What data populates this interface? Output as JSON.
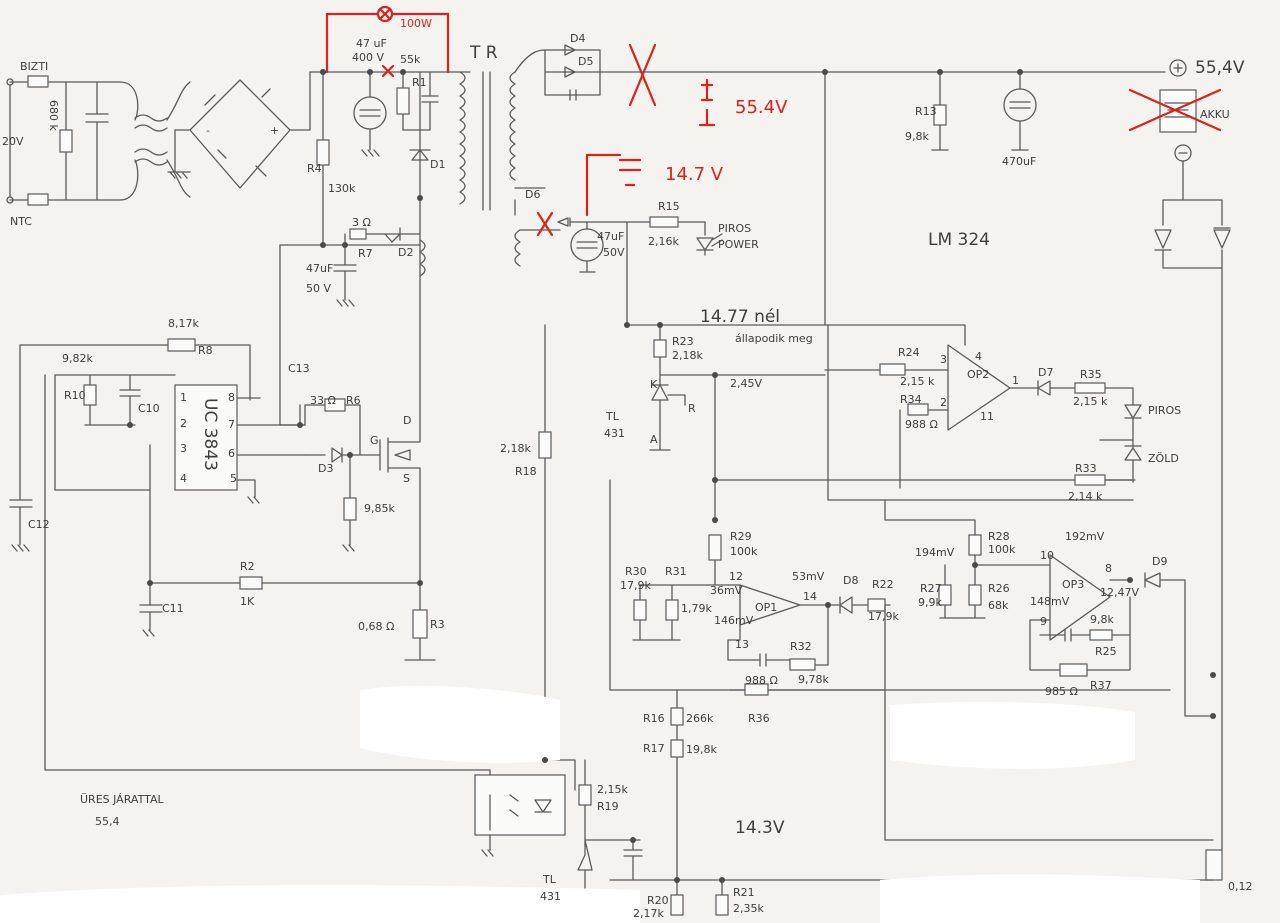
{
  "labels": {
    "fuse": "BIZTI",
    "input_voltage": "20V",
    "ntc": "NTC",
    "r_680k": "680 k",
    "cap_47uf_400v_a": "47 uF",
    "cap_47uf_400v_b": "400 V",
    "r1_value": "55k",
    "r1": "R1",
    "r4": "R4",
    "r4_value": "130k",
    "d1": "D1",
    "transformer": "T R",
    "d4": "D4",
    "d5": "D5",
    "out_main_voltage": "55,4V",
    "out_main_red": "55.4V",
    "out_aux_red": "14.7 V",
    "r13": "R13",
    "r13_value": "9,8k",
    "cap_470uf": "470uF",
    "akku": "AKKU",
    "d6": "D6",
    "r15": "R15",
    "r15_value": "2,16k",
    "piros_power_a": "PIROS",
    "piros_power_b": "POWER",
    "cap_47uf_50v_a": "47uF",
    "cap_47uf_50v_b": "50V",
    "r7_value": "3 Ω",
    "r7": "R7",
    "d2": "D2",
    "cap_c13_a": "47uF",
    "cap_c13_b": "50 V",
    "r8_value": "8,17k",
    "r8": "R8",
    "r10_value": "9,82k",
    "r10": "R10",
    "c10": "C10",
    "c13": "C13",
    "ic_name": "UC 3843",
    "r6_value": "33 Ω",
    "r6": "R6",
    "d3": "D3",
    "r6b_value": "9,85k",
    "mosfet_d": "D",
    "mosfet_g": "G",
    "mosfet_s": "S",
    "c12": "C12",
    "r2": "R2",
    "r2_value": "1K",
    "c11": "C11",
    "r3_value": "0,68 Ω",
    "r3": "R3",
    "lm324": "LM 324",
    "note_1477": "14.77 nél",
    "note_allapot": "állapodik meg",
    "r23": "R23",
    "r23_value": "2,18k",
    "v245": "2,45V",
    "tl431_top": "TL",
    "tl431_top_b": "431",
    "tl_k": "K",
    "tl_a": "A",
    "tl_r": "R",
    "r24": "R24",
    "r24_value": "2,15 k",
    "r34": "R34",
    "r34_value": "988 Ω",
    "op2": "OP2",
    "d7": "D7",
    "r35": "R35",
    "r35_value": "2,15 k",
    "piros": "PIROS",
    "zold": "ZÖLD",
    "r33": "R33",
    "r33_value": "2,14 k",
    "r18_value": "2,18k",
    "r18": "R18",
    "r29": "R29",
    "r29_value": "100k",
    "r30": "R30",
    "r30_value": "17,9k",
    "r31": "R31",
    "r31_value": "1,79k",
    "v36mv": "36mV",
    "v146mv": "146mV",
    "op1": "OP1",
    "v53mv": "53mV",
    "d8": "D8",
    "r22": "R22",
    "r22_value": "17,9k",
    "r32": "R32",
    "r32_value": "9,78k",
    "r36_value": "988 Ω",
    "r36": "R36",
    "r28": "R28",
    "r28_value": "100k",
    "v194mv": "194mV",
    "v192mv": "192mV",
    "r27": "R27",
    "r27_value": "9,9k",
    "r26": "R26",
    "r26_value": "68k",
    "op3": "OP3",
    "d9": "D9",
    "v12_47": "12,47V",
    "v148mv": "148mV",
    "r25_value": "9,8k",
    "r25": "R25",
    "r37_value": "985 Ω",
    "r37": "R37",
    "r16": "R16",
    "r16_value": "266k",
    "r17": "R17",
    "r17_value": "19,8k",
    "note_ures_a": "ÜRES JÁRATTAL",
    "note_ures_b": "55,4",
    "r19_value": "2,15k",
    "r19": "R19",
    "v143": "14.3V",
    "tl431_bot": "TL",
    "tl431_bot_b": "431",
    "r20": "R20",
    "r20_value": "2,17k",
    "r21": "R21",
    "r21_value": "2,35k",
    "shunt_value": "0,12",
    "bulb_label": "100W",
    "pin_1": "1",
    "pin_2": "2",
    "pin_3": "3",
    "pin_4": "4",
    "pin_5": "5",
    "pin_6": "6",
    "pin_7": "7",
    "pin_8": "8",
    "pin_9": "9",
    "pin_10": "10",
    "pin_11": "11",
    "pin_12": "12",
    "pin_13": "13",
    "pin_14": "14",
    "plus": "+",
    "minus": "-"
  },
  "colors": {
    "pencil": "#5a5a5a",
    "red_ink": "#e0201c",
    "paper": "#f4f3f0"
  }
}
